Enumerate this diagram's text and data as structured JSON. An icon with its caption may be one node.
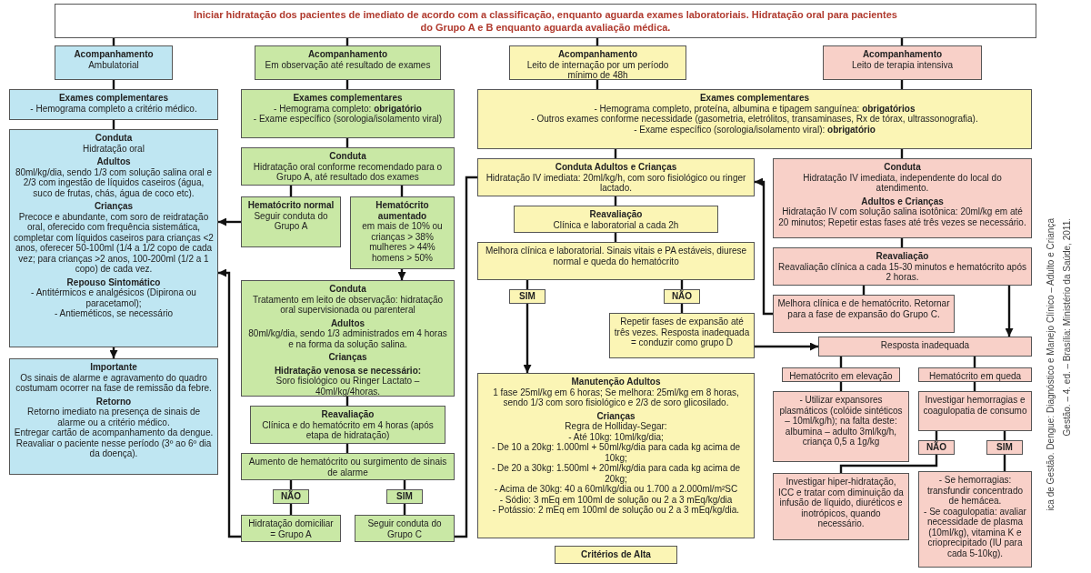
{
  "diagram": {
    "nodes": [
      {
        "text": [
          "Iniciar hidratação dos pacientes de imediato de acordo com a classificação, enquanto aguarda exames laboratoriais. Hidratação oral para pacientes do Grupo A e B enquanto aguarda avaliação médica."
        ]
      },
      {
        "text": [
          "Acompanhamento",
          "Ambulatorial"
        ]
      },
      {
        "text": [
          "Exames complementares",
          "- Hemograma completo a critério médico."
        ]
      },
      {
        "text": [
          "Conduta",
          "Hidratação oral",
          "Adultos",
          "80ml/kg/dia, sendo 1/3 com solução salina oral e 2/3 com ingestão de líquidos caseiros (água, suco de frutas, chás, água de coco etc).",
          "Crianças",
          "Precoce e abundante, com soro de reidratação oral, oferecido com frequência sistemática, completar com líquidos caseiros para crianças <2 anos, oferecer 50-100ml (1/4 a 1/2 copo de cada vez; para crianças >2 anos, 100-200ml (1/2 a 1 copo) de cada vez.",
          "Repouso Sintomático",
          "- Antitérmicos e analgésicos (Dipirona ou paracetamol);",
          "- Antieméticos, se necessário"
        ]
      },
      {
        "text": [
          "Importante",
          "Os sinais de alarme e agravamento do quadro costumam ocorrer na fase de remissão da febre.",
          "Retorno",
          "Retorno imediato na presença de sinais de alarme ou a critério médico.",
          "Entregar cartão de acompanhamento da dengue.",
          "Reavaliar o paciente nesse período (3º ao 6º dia da doença)."
        ]
      },
      {
        "text": [
          "Acompanhamento",
          "Em observação até resultado de exames"
        ]
      },
      {
        "text": [
          "Exames complementares",
          "- Hemograma completo: **obrigatório**",
          "- Exame específico (sorologia/isolamento viral)"
        ]
      },
      {
        "text": [
          "Conduta",
          "Hidratação oral conforme recomendado para o Grupo A, até resultado dos exames"
        ]
      },
      {
        "text": [
          "Hematócrito normal",
          "Seguir conduta do Grupo A"
        ]
      },
      {
        "text": [
          "Hematócrito aumentado",
          "em mais de 10% ou crianças > 38% mulheres > 44% homens > 50%"
        ]
      },
      {
        "text": [
          "Conduta",
          "Tratamento em leito de observação: hidratação oral supervisionada ou parenteral",
          "Adultos",
          "80ml/kg/dia, sendo 1/3 administrados em 4 horas e na forma da solução salina.",
          "Crianças",
          "Hidratação venosa se necessário:",
          "Soro fisiológico ou Ringer Lactato – 40ml/kg/4horas."
        ]
      },
      {
        "text": [
          "Reavaliação",
          "Clínica e do hematócrito em 4 horas (após etapa de hidratação)"
        ]
      },
      {
        "text": [
          "Aumento de hematócrito ou surgimento de sinais de alarme"
        ]
      },
      {
        "text": [
          "NÃO"
        ]
      },
      {
        "text": [
          "SIM"
        ]
      },
      {
        "text": [
          "Hidratação domiciliar = Grupo A"
        ]
      },
      {
        "text": [
          "Seguir conduta do Grupo C"
        ]
      },
      {
        "text": [
          "Acompanhamento",
          "Leito de internação por um período mínimo de 48h"
        ]
      },
      {
        "text": [
          "Acompanhamento",
          "Leito de terapia intensiva"
        ]
      },
      {
        "text": [
          "Exames complementares",
          "- Hemograma completo, proteína, albumina e tipagem sanguínea: **obrigatórios**",
          "- Outros exames conforme necessidade (gasometria, eletrólitos, transaminases, Rx de tórax, ultrassonografia).",
          "- Exame específico (sorologia/isolamento viral): **obrigatório**"
        ]
      },
      {
        "text": [
          "Conduta Adultos e Crianças",
          "Hidratação IV imediata: 20ml/kg/h, com soro fisiológico ou ringer lactado."
        ]
      },
      {
        "text": [
          "Reavaliação",
          "Clínica e laboratorial a cada 2h"
        ]
      },
      {
        "text": [
          "Melhora clínica e laboratorial. Sinais vitais e PA estáveis, diurese normal e queda do hematócrito"
        ]
      },
      {
        "text": [
          "SIM"
        ]
      },
      {
        "text": [
          "NÃO"
        ]
      },
      {
        "text": [
          "Repetir fases de expansão até três vezes. Resposta inadequada = conduzir como grupo D"
        ]
      },
      {
        "text": [
          "Manutenção Adultos",
          "1 fase 25ml/kg em 6 horas; Se melhora: 25ml/kg em 8 horas, sendo 1/3 com soro fisiológico e 2/3 de soro glicosilado.",
          "Crianças",
          "Regra de Holliday-Segar:",
          "- Até 10kg: 10ml/kg/dia;",
          "- De 10 a 20kg: 1.000ml + 50ml/kg/dia para cada kg acima de 10kg;",
          "- De 20 a 30kg: 1.500ml + 20ml/kg/dia para cada kg acima de 20kg;",
          "- Acima de 30kg: 40 a 60ml/kg/dia ou 1.700 a 2.000ml/m²SC",
          "- Sódio: 3 mEq em 100ml de solução ou 2 a 3 mEq/kg/dia",
          "- Potássio: 2 mEq em 100ml de solução ou 2 a 3 mEq/kg/dia."
        ]
      },
      {
        "text": [
          "Critérios de Alta"
        ]
      },
      {
        "text": [
          "Conduta",
          "Hidratação IV imediata, independente do local do atendimento.",
          "Adultos e Crianças",
          "Hidratação IV com solução salina isotônica: 20ml/kg em até 20 minutos; Repetir estas fases até três vezes se necessário."
        ]
      },
      {
        "text": [
          "Reavaliação",
          "Reavaliação clínica a cada 15-30 minutos e hematócrito após 2 horas."
        ]
      },
      {
        "text": [
          "Melhora clínica e de hematócrito. Retornar para a fase de expansão do Grupo C."
        ]
      },
      {
        "text": [
          "Resposta inadequada"
        ]
      },
      {
        "text": [
          "Hematócrito em elevação"
        ]
      },
      {
        "text": [
          "Hematócrito em queda"
        ]
      },
      {
        "text": [
          "- Utilizar expansores plasmáticos (colóide sintéticos – 10ml/kg/h); na falta deste: albumina – adulto 3ml/kg/h, criança 0,5 a 1g/kg"
        ]
      },
      {
        "text": [
          "Investigar hemorragias e coagulopatia de consumo"
        ]
      },
      {
        "text": [
          "NÃO"
        ]
      },
      {
        "text": [
          "SIM"
        ]
      },
      {
        "text": [
          "Investigar hiper-hidratação, ICC e tratar com diminuição da infusão de líquido, diuréticos e inotrópicos, quando necessário."
        ]
      },
      {
        "text": [
          "- Se hemorragias: transfundir concentrado de hemácea.",
          "- Se coagulopatia: avaliar necessidade de plasma (10ml/kg), vitamina K e crioprecipitado (IU para cada 5-10kg)."
        ]
      }
    ],
    "edges": [
      {
        "from": 0,
        "to": 1,
        "arrow": "none"
      },
      {
        "from": 0,
        "to": 5,
        "arrow": "none"
      },
      {
        "from": 0,
        "to": 17,
        "arrow": "none"
      },
      {
        "from": 0,
        "to": 18,
        "arrow": "none"
      },
      {
        "from": 1,
        "to": 2,
        "arrow": "none"
      },
      {
        "from": 2,
        "to": 3,
        "arrow": "none"
      },
      {
        "from": 3,
        "to": 4,
        "arrow": "to"
      },
      {
        "from": 5,
        "to": 6,
        "arrow": "none"
      },
      {
        "from": 6,
        "to": 7,
        "arrow": "none"
      },
      {
        "from": 7,
        "to": 8,
        "arrow": "none"
      },
      {
        "from": 7,
        "to": 9,
        "arrow": "none"
      },
      {
        "from": 8,
        "to": 3,
        "arrow": "to"
      },
      {
        "from": 9,
        "to": 10,
        "arrow": "to"
      },
      {
        "from": 10,
        "to": 11,
        "arrow": "none"
      },
      {
        "from": 11,
        "to": 12,
        "arrow": "none"
      },
      {
        "from": 12,
        "to": 13,
        "arrow": "none"
      },
      {
        "from": 12,
        "to": 14,
        "arrow": "none"
      },
      {
        "from": 13,
        "to": 15,
        "arrow": "none"
      },
      {
        "from": 14,
        "to": 16,
        "arrow": "none"
      },
      {
        "from": 15,
        "to": 3,
        "arrow": "to"
      },
      {
        "from": 16,
        "to": 20,
        "arrow": "none"
      },
      {
        "from": 17,
        "to": 19,
        "arrow": "none"
      },
      {
        "from": 18,
        "to": 19,
        "arrow": "none"
      },
      {
        "from": 19,
        "to": 20,
        "arrow": "none"
      },
      {
        "from": 19,
        "to": 28,
        "arrow": "none"
      },
      {
        "from": 20,
        "to": 21,
        "arrow": "none"
      },
      {
        "from": 21,
        "to": 22,
        "arrow": "none"
      },
      {
        "from": 22,
        "to": 23,
        "arrow": "none"
      },
      {
        "from": 22,
        "to": 24,
        "arrow": "none"
      },
      {
        "from": 23,
        "to": 26,
        "arrow": "to"
      },
      {
        "from": 24,
        "to": 25,
        "arrow": "none"
      },
      {
        "from": 25,
        "to": 31,
        "arrow": "to"
      },
      {
        "from": 28,
        "to": 29,
        "arrow": "none"
      },
      {
        "from": 29,
        "to": 30,
        "arrow": "none"
      },
      {
        "from": 29,
        "to": 31,
        "arrow": "to"
      },
      {
        "from": 30,
        "to": 20,
        "arrow": "to"
      },
      {
        "from": 31,
        "to": 32,
        "arrow": "none"
      },
      {
        "from": 31,
        "to": 33,
        "arrow": "none"
      },
      {
        "from": 32,
        "to": 34,
        "arrow": "none"
      },
      {
        "from": 33,
        "to": 35,
        "arrow": "none"
      },
      {
        "from": 35,
        "to": 36,
        "arrow": "none"
      },
      {
        "from": 35,
        "to": 37,
        "arrow": "none"
      },
      {
        "from": 36,
        "to": 38,
        "arrow": "none"
      },
      {
        "from": 37,
        "to": 39,
        "arrow": "none"
      }
    ],
    "labels": [
      "ica de Gestão. Dengue: Diagnóstico e Manejo Clínico – Adulto e Criança",
      "Gestão. – 4. ed. – Brasília: Ministério da Saúde, 2011."
    ]
  }
}
